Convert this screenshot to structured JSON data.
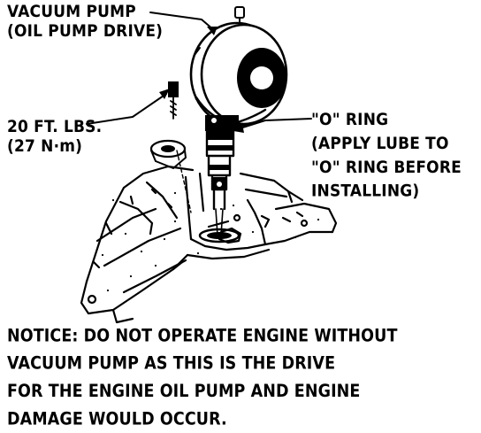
{
  "labels": {
    "vacuum_pump_line1": "VACUUM PUMP",
    "vacuum_pump_line2": "(OIL PUMP DRIVE)",
    "torque_line1": "20 FT. LBS.",
    "torque_line2": "(27 N·m)",
    "o_ring_line1": "\"O\" RING",
    "o_ring_line2": "(APPLY LUBE TO",
    "o_ring_line3": "\"O\" RING BEFORE",
    "o_ring_line4": "INSTALLING)"
  },
  "notice": {
    "line1": "NOTICE:  DO NOT OPERATE ENGINE WITHOUT",
    "line2": "VACUUM PUMP AS THIS IS THE DRIVE",
    "line3": "FOR THE ENGINE OIL PUMP AND ENGINE",
    "line4": "DAMAGE WOULD OCCUR."
  }
}
